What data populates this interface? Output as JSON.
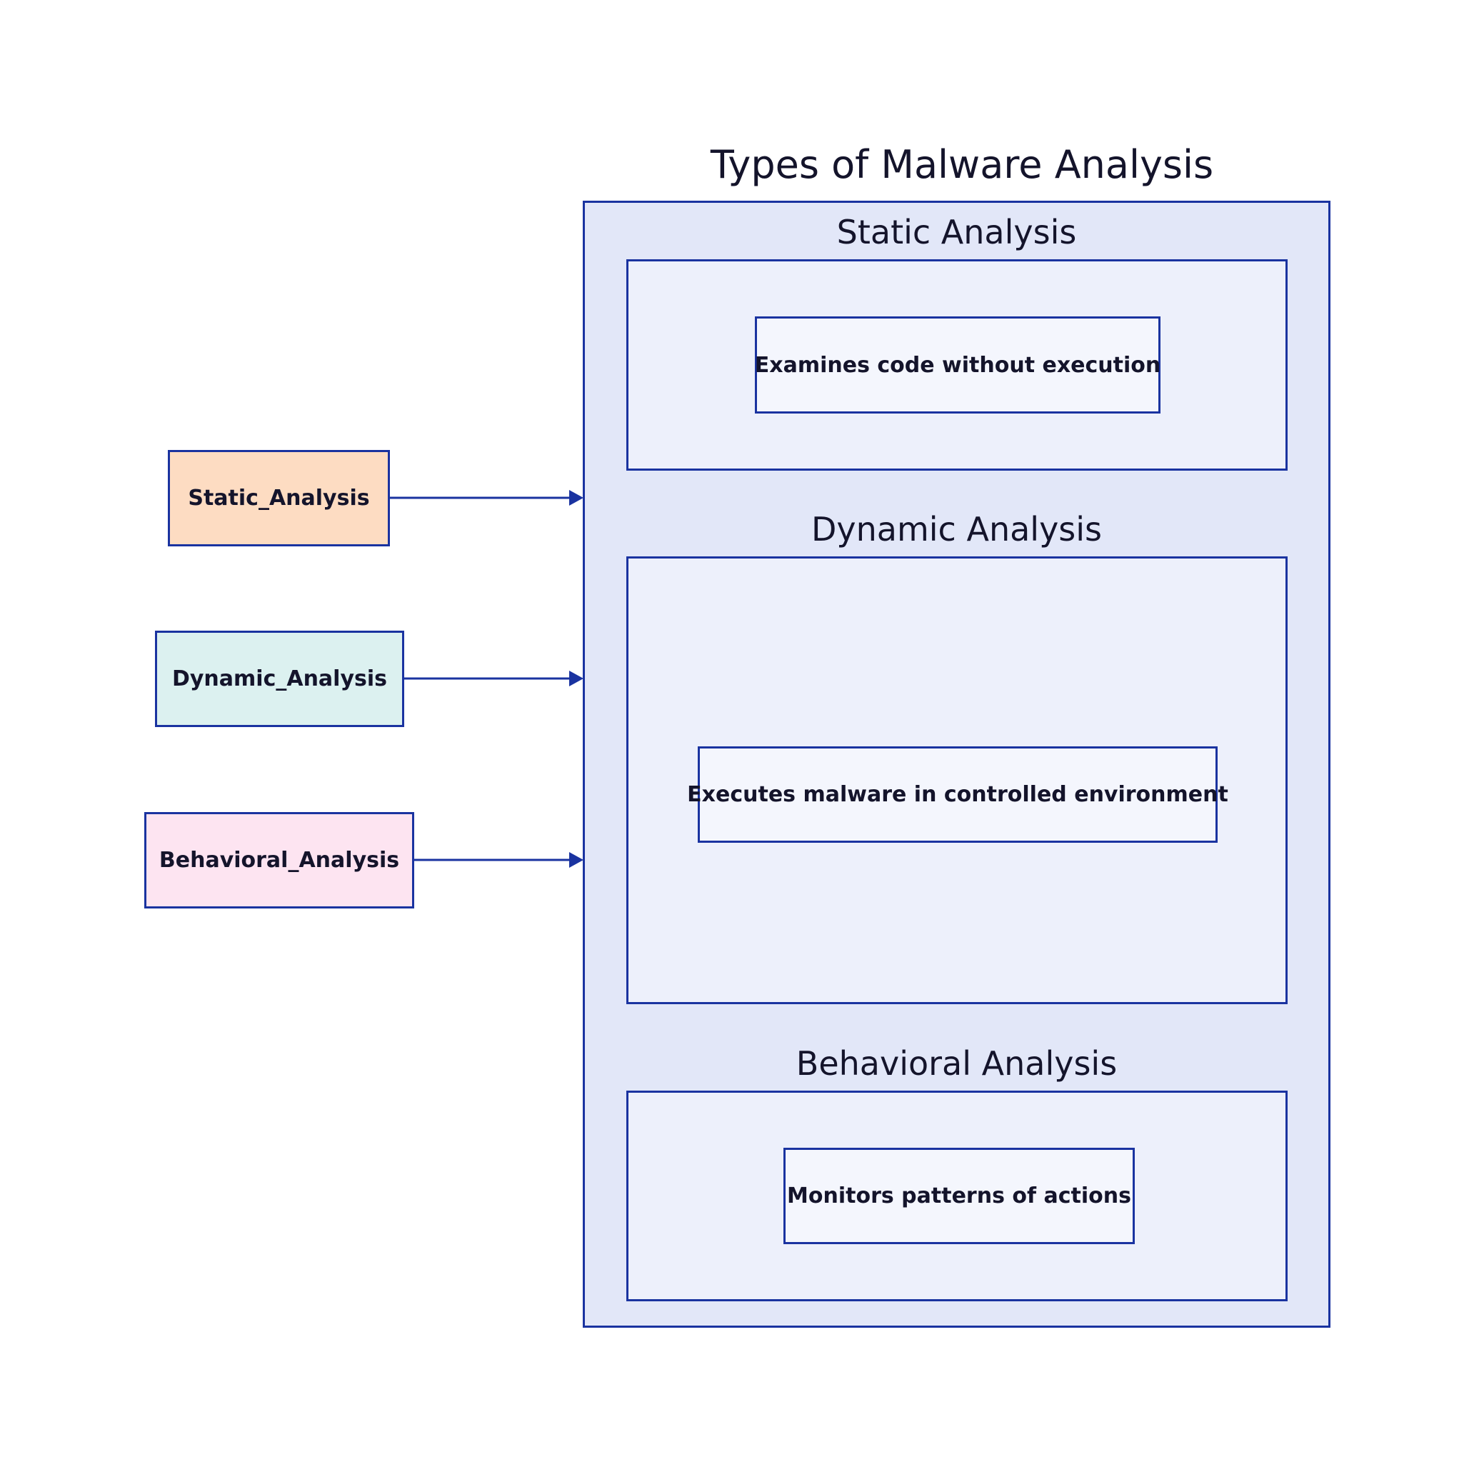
{
  "diagram": {
    "title": "Types of Malware Analysis",
    "groups": [
      {
        "label": "Static Analysis",
        "description": "Examines code without execution"
      },
      {
        "label": "Dynamic Analysis",
        "description": "Executes malware in controlled environment"
      },
      {
        "label": "Behavioral Analysis",
        "description": "Monitors patterns of actions"
      }
    ],
    "nodes": [
      {
        "label": "Static_Analysis",
        "fill": "#fddcc2"
      },
      {
        "label": "Dynamic_Analysis",
        "fill": "#dcf1f0"
      },
      {
        "label": "Behavioral_Analysis",
        "fill": "#fde4f1"
      }
    ],
    "edges": [
      {
        "from": "Static_Analysis",
        "to": "Types of Malware Analysis"
      },
      {
        "from": "Dynamic_Analysis",
        "to": "Types of Malware Analysis"
      },
      {
        "from": "Behavioral_Analysis",
        "to": "Types of Malware Analysis"
      }
    ],
    "colors": {
      "stroke": "#1a33a0",
      "cluster_fill": "#e2e7f8",
      "subcluster_fill": "#edf0fb",
      "box_fill": "#f4f6fd"
    }
  }
}
